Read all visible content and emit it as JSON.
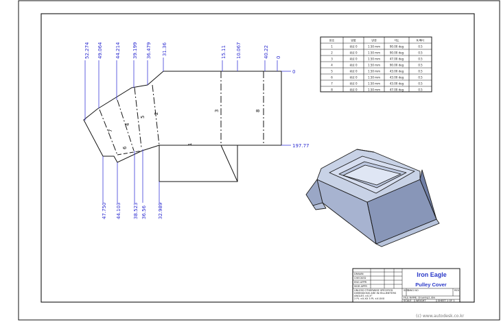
{
  "drawing": {
    "title": "Iron Eagle",
    "part_name": "Pulley Cover"
  },
  "dimensions": {
    "top": [
      "52.274",
      "49.064",
      "44.214",
      "39.199",
      "36.479",
      "31.36",
      "15.11",
      "10.067",
      "40.22",
      "0"
    ],
    "right": [
      "0",
      "197.77"
    ],
    "bottom": [
      "47.750",
      "44.103",
      "38.523",
      "36.56",
      "32.989"
    ]
  },
  "bend_labels": [
    "1",
    "2",
    "3",
    "4",
    "5",
    "6",
    "7",
    "8"
  ],
  "bend_table": {
    "headers": [
      "번호",
      "방향",
      "반경",
      "각도",
      "K-팩터"
    ],
    "rows": [
      [
        "1",
        "위로 0",
        "1.50 mm",
        "90.00 deg",
        "0.5"
      ],
      [
        "2",
        "위로 0",
        "1.50 mm",
        "90.00 deg",
        "0.5"
      ],
      [
        "3",
        "위로 0",
        "1.50 mm",
        "47.00 deg",
        "0.5"
      ],
      [
        "4",
        "위로 0",
        "1.50 mm",
        "90.00 deg",
        "0.5"
      ],
      [
        "5",
        "위로 0",
        "1.50 mm",
        "43.00 deg",
        "0.5"
      ],
      [
        "6",
        "위로 0",
        "1.50 mm",
        "43.00 deg",
        "0.5"
      ],
      [
        "7",
        "위로 0",
        "1.50 mm",
        "43.00 deg",
        "0.5"
      ],
      [
        "8",
        "위로 0",
        "1.50 mm",
        "47.00 deg",
        "0.5"
      ]
    ]
  },
  "title_block": {
    "cells": [
      "DRAWN",
      "CHECKED",
      "ENG APPR",
      "MGR APPR",
      "UNLESS OTHERWISE SPECIFIED",
      "DIMENSIONS ARE IN MILLIMETERS",
      "ANGLES ±X.X°",
      "2 PL ±X.XX 3 PL ±X.XXX",
      "SIZE",
      "DWG NO",
      "REV",
      "FILE NAME: Drawing1.idw",
      "SCALE",
      "WEIGHT",
      "SHEET 1 OF 1"
    ]
  },
  "watermark": "(c) www.autodesk.co.kr"
}
